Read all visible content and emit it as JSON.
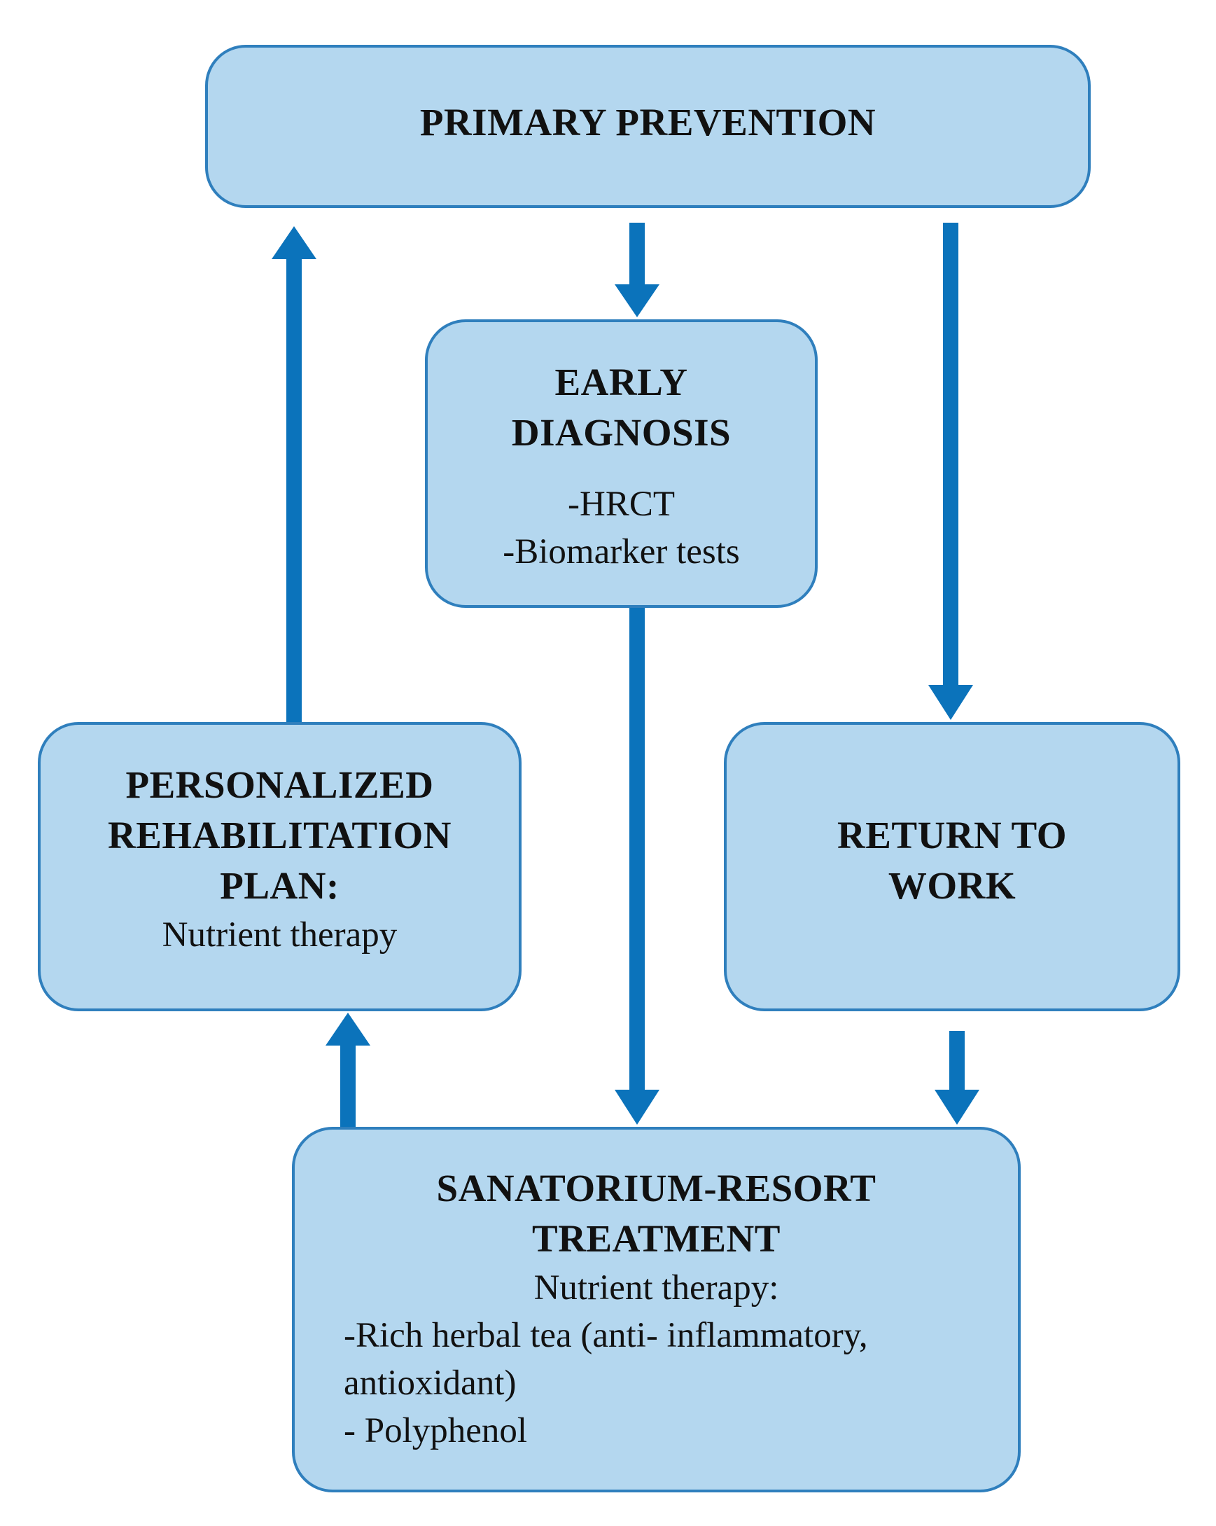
{
  "diagram": {
    "nodes": {
      "primary_prevention": {
        "title_lines": [
          "PRIMARY PREVENTION"
        ]
      },
      "early_diagnosis": {
        "title_lines": [
          "EARLY",
          "DIAGNOSIS"
        ],
        "items": [
          "-HRCT",
          "-Biomarker tests"
        ]
      },
      "personalized_rehabilitation": {
        "title_lines": [
          "PERSONALIZED",
          "REHABILITATION",
          "PLAN:"
        ],
        "items": [
          "Nutrient therapy"
        ]
      },
      "return_to_work": {
        "title_lines": [
          "RETURN TO",
          "WORK"
        ]
      },
      "sanatorium_resort": {
        "title_lines": [
          "SANATORIUM-RESORT",
          "TREATMENT"
        ],
        "subtitle": "Nutrient therapy:",
        "items": [
          "-Rich herbal tea (anti- inflammatory,",
          "antioxidant)",
          "- Polyphenol"
        ]
      }
    },
    "edges": [
      {
        "from": "primary_prevention",
        "to": "early_diagnosis"
      },
      {
        "from": "primary_prevention",
        "to": "return_to_work"
      },
      {
        "from": "early_diagnosis",
        "to": "sanatorium_resort"
      },
      {
        "from": "return_to_work",
        "to": "sanatorium_resort"
      },
      {
        "from": "sanatorium_resort",
        "to": "personalized_rehabilitation"
      },
      {
        "from": "personalized_rehabilitation",
        "to": "primary_prevention"
      }
    ],
    "colors": {
      "box_fill": "#b4d7ef",
      "box_border": "#2f7fbd",
      "arrow": "#0b73bb",
      "text": "#111111"
    }
  }
}
